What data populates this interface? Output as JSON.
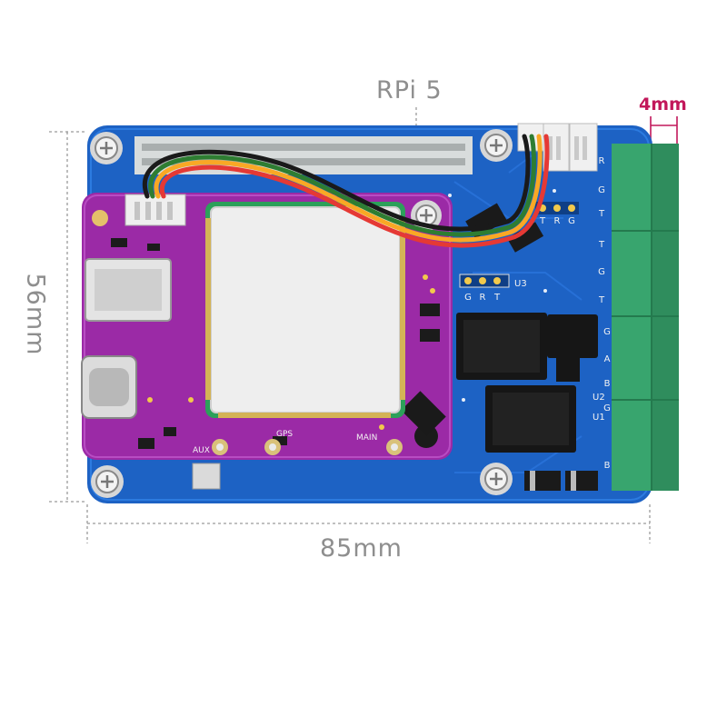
{
  "dimensions": {
    "top_label": "RPi 5",
    "height_label": "56mm",
    "width_label": "85mm",
    "terminal_label": "4mm"
  },
  "board_marks": {
    "j3_pins": [
      "T",
      "R",
      "G"
    ],
    "u3_pins": [
      "G",
      "R",
      "T"
    ],
    "u3_label": "U3",
    "terminal_side": [
      "R",
      "T",
      "G",
      "T",
      "G",
      "T",
      "G",
      "A",
      "B",
      "G",
      "B"
    ],
    "module_labels": [
      "AUX",
      "GPS",
      "MAIN"
    ],
    "ic_labels": [
      "U2",
      "U1"
    ]
  },
  "colors": {
    "board_blue": "#1d62c4",
    "module_purple": "#9b2aa6",
    "terminal_green": "#3aa870",
    "dimension_red": "#c2185b"
  }
}
